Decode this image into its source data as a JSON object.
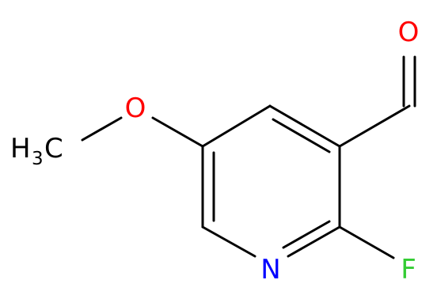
{
  "colors": {
    "bond": "#000000",
    "oxygen": "#ff0000",
    "nitrogen": "#0000ff",
    "fluorine": "#33cc33",
    "carbon": "#000000"
  },
  "atoms": {
    "aldehyde_o": {
      "symbol": "O"
    },
    "ether_o": {
      "symbol": "O"
    },
    "ring_n": {
      "symbol": "N"
    },
    "fluorine": {
      "symbol": "F"
    },
    "methyl": {
      "symbol": "H",
      "subscript": "3",
      "suffix": "C"
    }
  }
}
